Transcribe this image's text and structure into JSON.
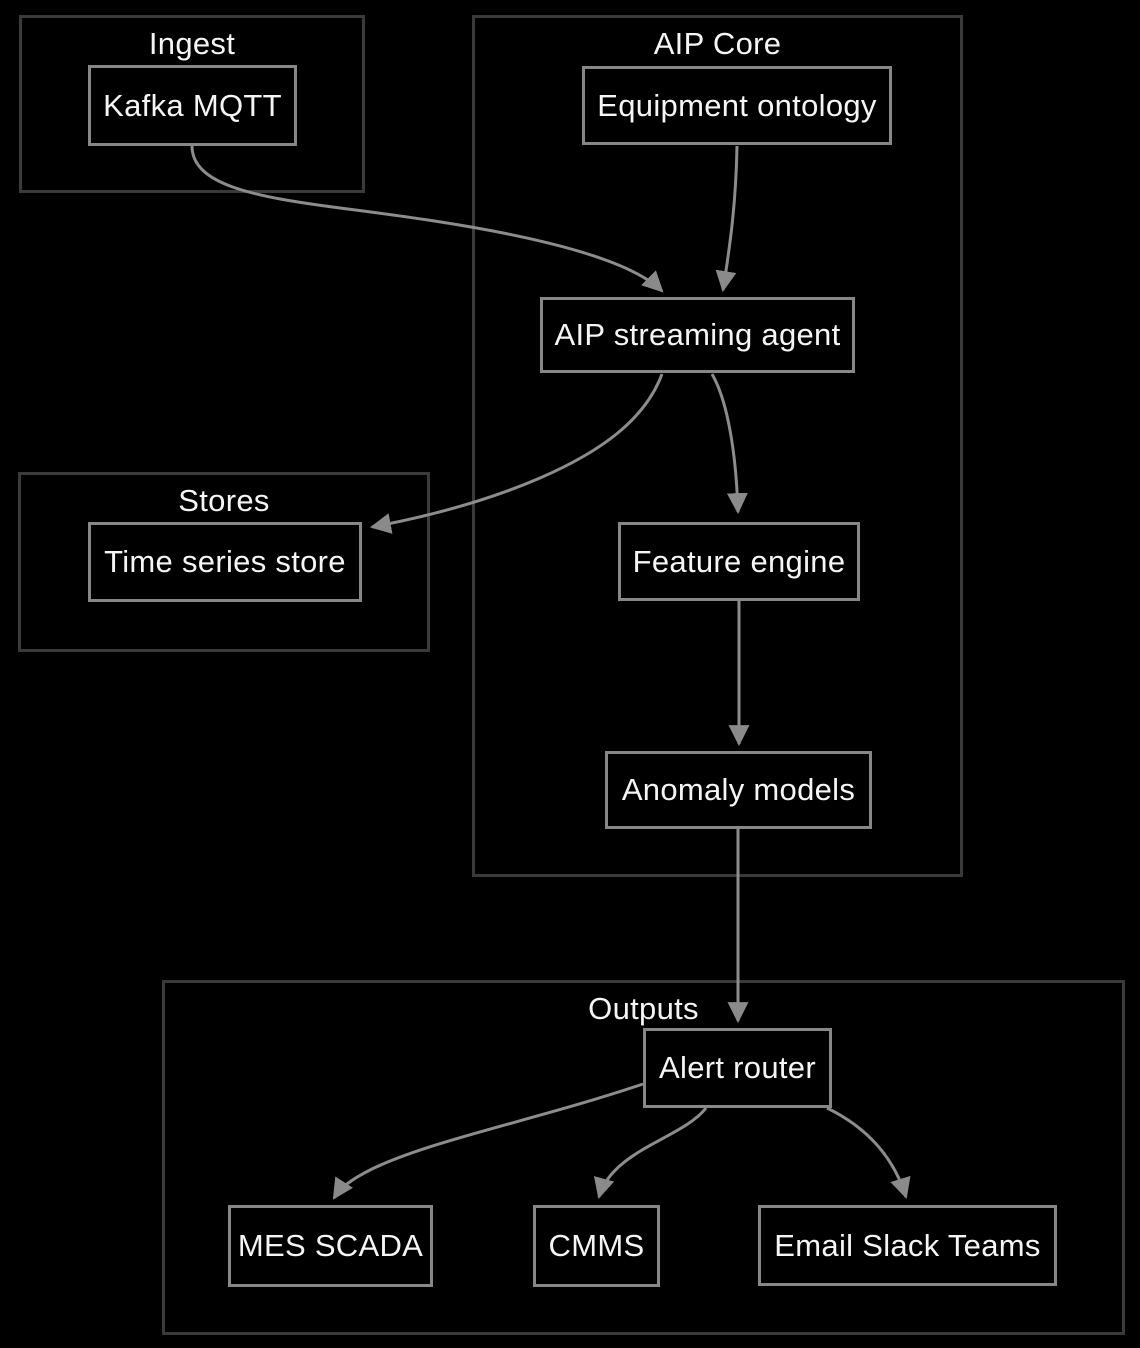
{
  "diagram": {
    "type": "flowchart",
    "background_color": "#000000",
    "colors": {
      "cluster_border": "#3a3a3a",
      "node_border": "#878787",
      "edge": "#8c8c8c",
      "arrowhead": "#8a8a8a",
      "text": "#f5f5f5"
    },
    "clusters": [
      {
        "id": "ingest",
        "label": "Ingest"
      },
      {
        "id": "aip-core",
        "label": "AIP Core"
      },
      {
        "id": "stores",
        "label": "Stores"
      },
      {
        "id": "outputs",
        "label": "Outputs"
      }
    ],
    "nodes": [
      {
        "id": "kafka-mqtt",
        "label": "Kafka MQTT",
        "cluster": "ingest"
      },
      {
        "id": "equipment-ontology",
        "label": "Equipment ontology",
        "cluster": "aip-core"
      },
      {
        "id": "aip-streaming-agent",
        "label": "AIP streaming agent",
        "cluster": "aip-core"
      },
      {
        "id": "time-series-store",
        "label": "Time series store",
        "cluster": "stores"
      },
      {
        "id": "feature-engine",
        "label": "Feature engine",
        "cluster": "aip-core"
      },
      {
        "id": "anomaly-models",
        "label": "Anomaly models",
        "cluster": "aip-core"
      },
      {
        "id": "alert-router",
        "label": "Alert router",
        "cluster": "outputs"
      },
      {
        "id": "mes-scada",
        "label": "MES SCADA",
        "cluster": "outputs"
      },
      {
        "id": "cmms",
        "label": "CMMS",
        "cluster": "outputs"
      },
      {
        "id": "email-slack-teams",
        "label": "Email Slack Teams",
        "cluster": "outputs"
      }
    ],
    "edges": [
      {
        "from": "kafka-mqtt",
        "to": "aip-streaming-agent"
      },
      {
        "from": "equipment-ontology",
        "to": "aip-streaming-agent"
      },
      {
        "from": "aip-streaming-agent",
        "to": "time-series-store"
      },
      {
        "from": "aip-streaming-agent",
        "to": "feature-engine"
      },
      {
        "from": "feature-engine",
        "to": "anomaly-models"
      },
      {
        "from": "anomaly-models",
        "to": "alert-router"
      },
      {
        "from": "alert-router",
        "to": "mes-scada"
      },
      {
        "from": "alert-router",
        "to": "cmms"
      },
      {
        "from": "alert-router",
        "to": "email-slack-teams"
      }
    ]
  }
}
